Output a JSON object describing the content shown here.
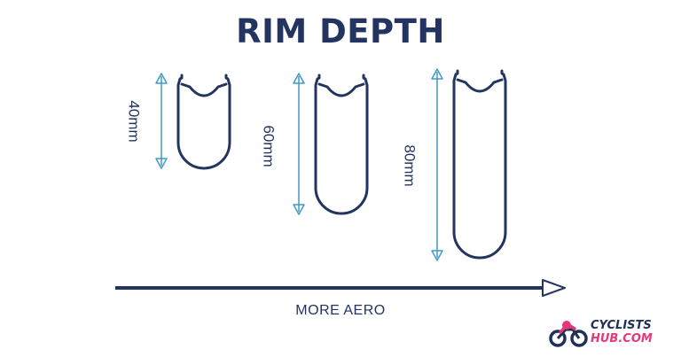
{
  "title": "RIM DEPTH",
  "rims": [
    {
      "label": "40mm",
      "depth_mm": 40
    },
    {
      "label": "60mm",
      "depth_mm": 60
    },
    {
      "label": "80mm",
      "depth_mm": 80
    }
  ],
  "axis_label": "MORE AERO",
  "logo": {
    "line1": "CYCLISTS",
    "line2": "HUB.COM"
  },
  "colors": {
    "navy": "#22345f",
    "blue": "#3f9cc3",
    "pink": "#e4387a"
  },
  "icons": {
    "logo": "bicycle-icon"
  }
}
